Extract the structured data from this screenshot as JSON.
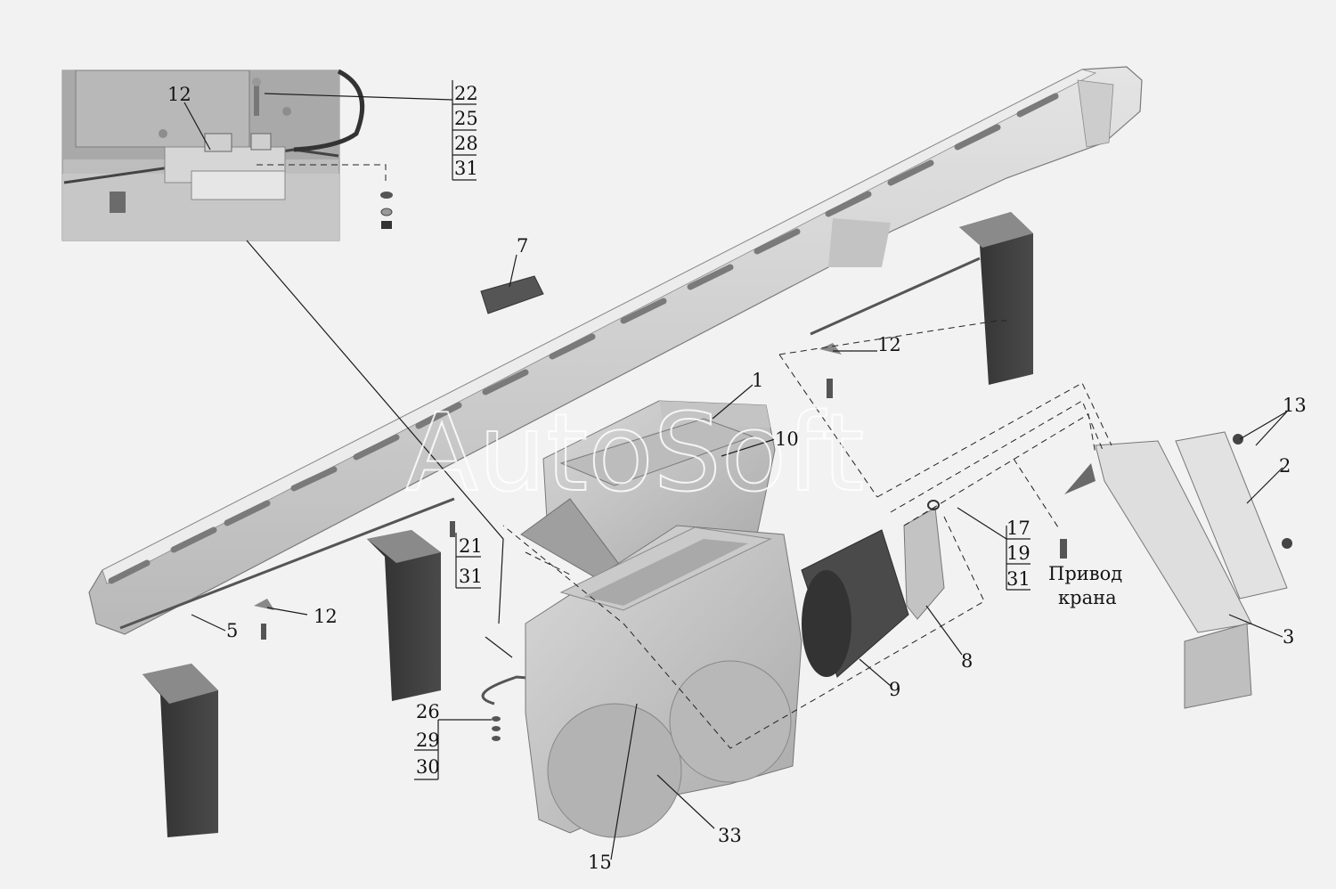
{
  "watermark": "AutoSoft",
  "inset_labels": {
    "part_12": "12",
    "s22": "22",
    "s25": "25",
    "s28": "28",
    "s31": "31"
  },
  "labels": {
    "p1": "1",
    "p2": "2",
    "p3": "3",
    "p5": "5",
    "p7": "7",
    "p8": "8",
    "p9": "9",
    "p10": "10",
    "p12a": "12",
    "p12b": "12",
    "p13": "13",
    "p15": "15",
    "p33": "33"
  },
  "stack_21_31": [
    "21",
    "31"
  ],
  "stack_17_19_31": [
    "17",
    "19",
    "31"
  ],
  "stack_26_29_30": [
    "26",
    "29",
    "30"
  ],
  "drive_note": {
    "line1": "Привод",
    "line2": "крана"
  },
  "colors": {
    "background": "#f2f2f2",
    "part_fill": "#d2d2d2",
    "part_dark": "#3d3d3d"
  }
}
